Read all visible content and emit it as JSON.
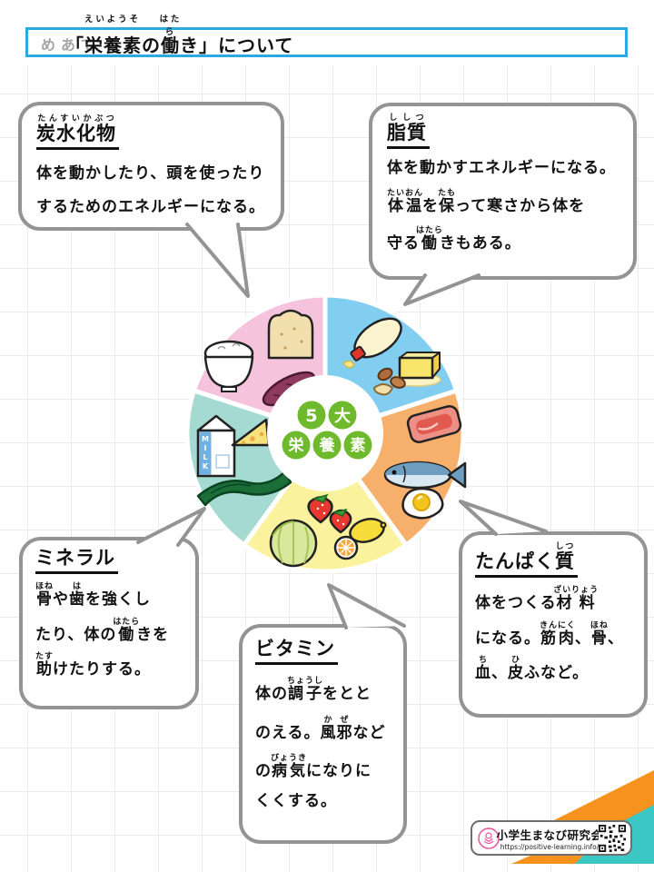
{
  "colors": {
    "header_border": "#29ABE2",
    "bubble_border": "#949494",
    "badge_green": "#6FB92C",
    "segment_carbohydrate": "#F6C3DC",
    "segment_fat": "#82CEF0",
    "segment_protein": "#F6B06C",
    "segment_vitamin": "#FBF29E",
    "segment_mineral": "#A5DAD2",
    "ribbon_orange": "#F6921E",
    "ribbon_teal": "#3BC8C4",
    "logo_pink": "#E85298"
  },
  "header": {
    "label": "めあて",
    "furigana_eiyoso": "えいようそ",
    "furigana_hataraki": "はたら",
    "title": "「栄養素の働き」について"
  },
  "center": {
    "chars": [
      "5",
      "大",
      "栄",
      "養",
      "素"
    ]
  },
  "pie": {
    "segments": [
      {
        "name": "carbohydrate",
        "label": "炭水化物",
        "color": "#F6C3DC",
        "foods": [
          "rice-bowl",
          "bread",
          "sweet-potato"
        ]
      },
      {
        "name": "fat",
        "label": "脂質",
        "color": "#82CEF0",
        "foods": [
          "mayonnaise",
          "butter",
          "nuts"
        ]
      },
      {
        "name": "protein",
        "label": "たんぱく質",
        "color": "#F6B06C",
        "foods": [
          "meat",
          "fish",
          "fried-egg"
        ]
      },
      {
        "name": "vitamin",
        "label": "ビタミン",
        "color": "#FBF29E",
        "foods": [
          "strawberry",
          "cabbage",
          "lemon"
        ]
      },
      {
        "name": "mineral",
        "label": "ミネラル",
        "color": "#A5DAD2",
        "foods": [
          "milk",
          "cheese",
          "seaweed"
        ]
      }
    ]
  },
  "milk_carton_label": "MILK",
  "bubbles": {
    "carb": {
      "title": [
        {
          "t": "炭水化物",
          "r": "たんすいかぶつ"
        }
      ],
      "lines": [
        [
          {
            "t": "体を動かしたり、頭を使ったり"
          }
        ],
        [
          {
            "t": "するためのエネルギーになる。"
          }
        ]
      ]
    },
    "fat": {
      "title": [
        {
          "t": "脂質",
          "r": "ししつ"
        }
      ],
      "lines": [
        [
          {
            "t": "体を動かすエネルギーになる。"
          }
        ],
        [
          {
            "t": "体温",
            "r": "たいおん"
          },
          {
            "t": "を"
          },
          {
            "t": "保",
            "r": "たも"
          },
          {
            "t": "って寒さから体を"
          }
        ],
        [
          {
            "t": "守る"
          },
          {
            "t": "働",
            "r": "はたら"
          },
          {
            "t": "きもある。"
          }
        ]
      ]
    },
    "mineral": {
      "title": [
        {
          "t": "ミネラル"
        }
      ],
      "lines": [
        [
          {
            "t": "骨",
            "r": "ほね"
          },
          {
            "t": "や"
          },
          {
            "t": "歯",
            "r": "は"
          },
          {
            "t": "を強くし"
          }
        ],
        [
          {
            "t": "たり、体の"
          },
          {
            "t": "働",
            "r": "はたら"
          },
          {
            "t": "きを"
          }
        ],
        [
          {
            "t": "助",
            "r": "たす"
          },
          {
            "t": "けたりする。"
          }
        ]
      ]
    },
    "vitamin": {
      "title": [
        {
          "t": "ビタミン"
        }
      ],
      "lines": [
        [
          {
            "t": "体の"
          },
          {
            "t": "調子",
            "r": "ちょうし"
          },
          {
            "t": "をとと"
          }
        ],
        [
          {
            "t": "のえる。"
          },
          {
            "t": "風邪",
            "r": "かぜ"
          },
          {
            "t": "など"
          }
        ],
        [
          {
            "t": "の"
          },
          {
            "t": "病気",
            "r": "びょうき"
          },
          {
            "t": "になりに"
          }
        ],
        [
          {
            "t": "くくする。"
          }
        ]
      ]
    },
    "protein": {
      "title": [
        {
          "t": "たんぱく"
        },
        {
          "t": "質",
          "r": "しつ"
        }
      ],
      "lines": [
        [
          {
            "t": "体をつくる"
          },
          {
            "t": "材料",
            "r": "ざいりょう"
          }
        ],
        [
          {
            "t": "になる。"
          },
          {
            "t": "筋肉",
            "r": "きんにく"
          },
          {
            "t": "、"
          },
          {
            "t": "骨",
            "r": "ほね"
          },
          {
            "t": "、"
          }
        ],
        [
          {
            "t": "血",
            "r": "ち"
          },
          {
            "t": "、"
          },
          {
            "t": "皮",
            "r": "ひ"
          },
          {
            "t": "ふなど。"
          }
        ]
      ]
    }
  },
  "footer": {
    "org": "小学生まなび研究会",
    "url": "https://positive-learning.info/"
  }
}
